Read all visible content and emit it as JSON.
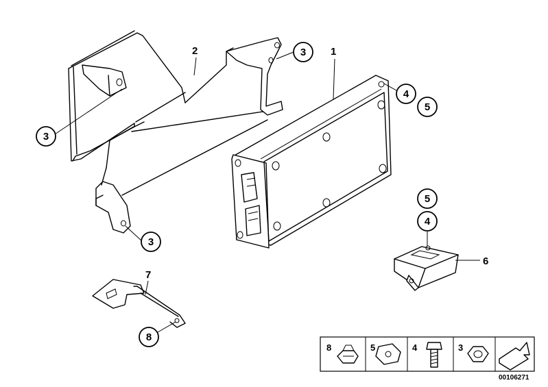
{
  "callouts": {
    "c1": "1",
    "c2": "2",
    "c3a": "3",
    "c3b": "3",
    "c3c": "3",
    "c4a": "4",
    "c5a": "5",
    "c5b": "5",
    "c4b": "4",
    "c6": "6",
    "c7": "7",
    "c8": "8"
  },
  "legend": {
    "items": [
      "8",
      "5",
      "4",
      "3"
    ]
  },
  "diagram_code": "00106271"
}
